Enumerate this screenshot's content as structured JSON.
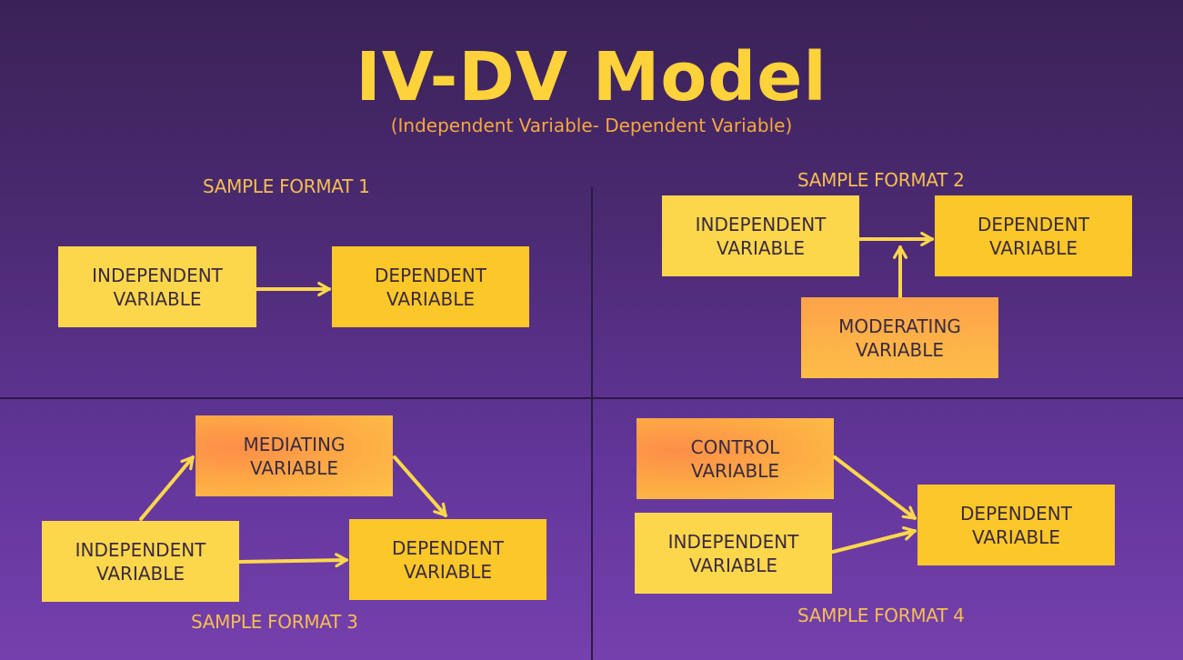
{
  "title": "IV-DV Model",
  "subtitle": "(Independent Variable- Dependent Variable)",
  "colors": {
    "accent": "#fdd23a",
    "arrow": "#fcd74c",
    "background": "#4c2a73"
  },
  "formats": [
    {
      "caption": "SAMPLE FORMAT 1",
      "independent": "INDEPENDENT\nVARIABLE",
      "dependent": "DEPENDENT\nVARIABLE"
    },
    {
      "caption": "SAMPLE FORMAT 2",
      "independent": "INDEPENDENT\nVARIABLE",
      "dependent": "DEPENDENT\nVARIABLE",
      "moderating": "MODERATING\nVARIABLE"
    },
    {
      "caption": "SAMPLE FORMAT 3",
      "mediating": "MEDIATING\nVARIABLE",
      "independent": "INDEPENDENT\nVARIABLE",
      "dependent": "DEPENDENT\nVARIABLE"
    },
    {
      "caption": "SAMPLE FORMAT 4",
      "control": "CONTROL\nVARIABLE",
      "independent": "INDEPENDENT\nVARIABLE",
      "dependent": "DEPENDENT\nVARIABLE"
    }
  ]
}
